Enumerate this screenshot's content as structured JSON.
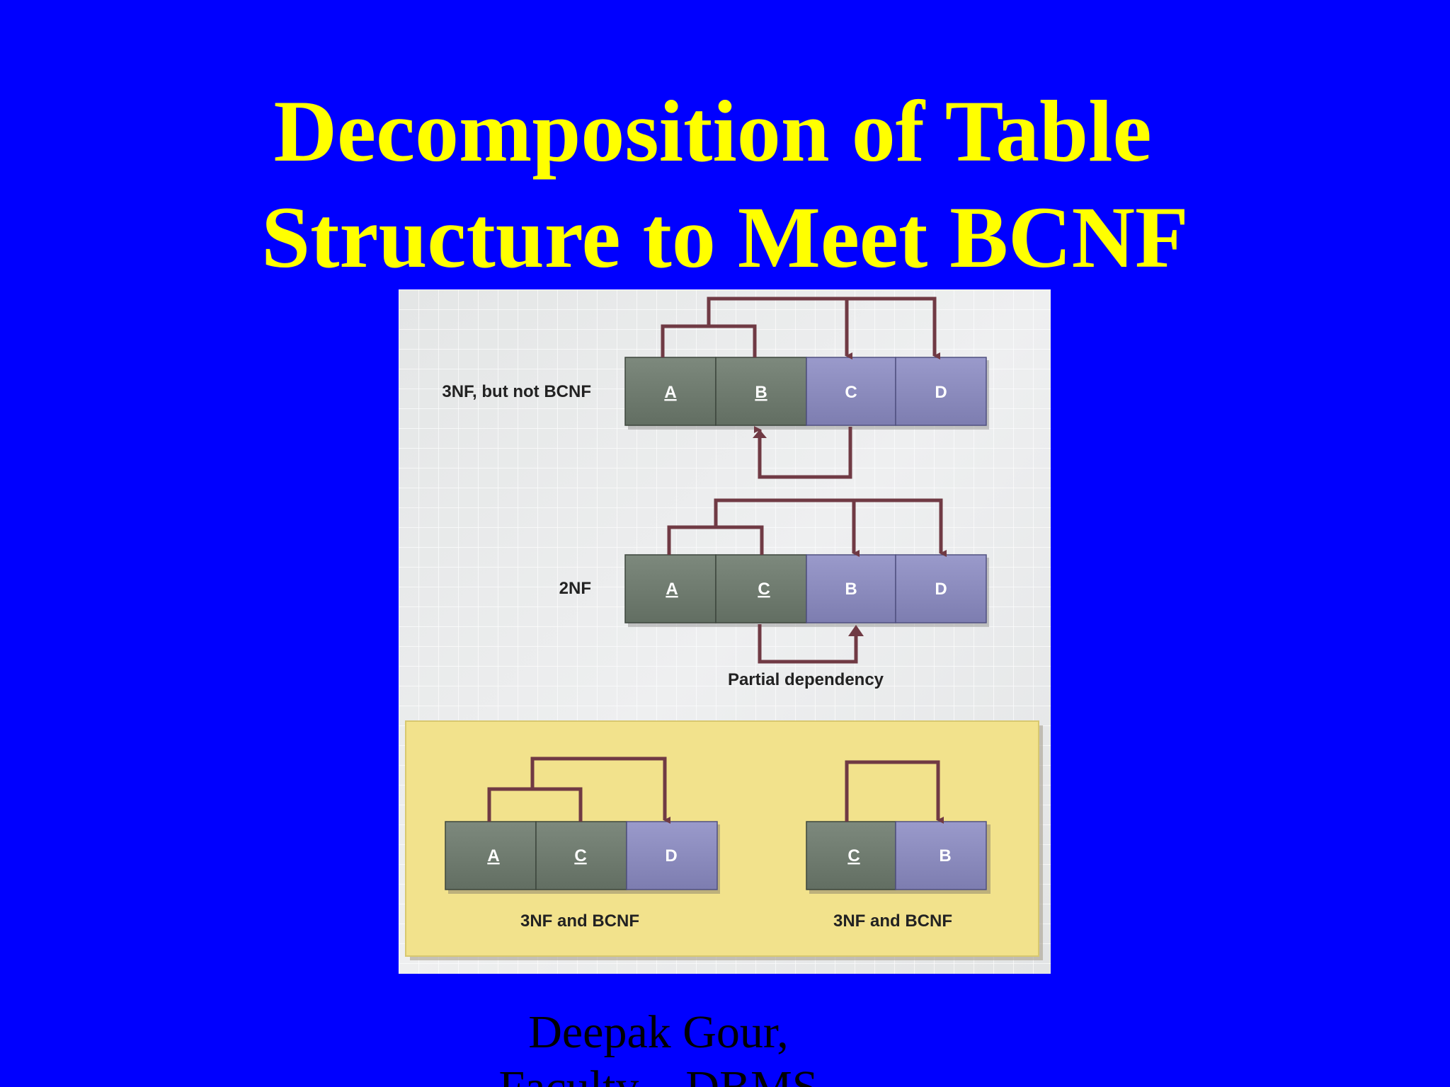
{
  "slide": {
    "title_line1": "Decomposition of Table",
    "title_line2": "Structure to Meet BCNF",
    "author_line1": "Deepak Gour,",
    "author_line2": "Faculty – DBMS"
  },
  "diagram": {
    "row1": {
      "label": "3NF, but not BCNF",
      "cells": [
        "A",
        "B",
        "C",
        "D"
      ]
    },
    "row2": {
      "label": "2NF",
      "cells": [
        "A",
        "C",
        "B",
        "D"
      ],
      "note": "Partial dependency"
    },
    "row3_left": {
      "cells": [
        "A",
        "C",
        "D"
      ],
      "caption": "3NF and BCNF"
    },
    "row3_right": {
      "cells": [
        "C",
        "B"
      ],
      "caption": "3NF and BCNF"
    }
  },
  "colors": {
    "background": "#0000ff",
    "title": "#ffff00",
    "key_cell": "#6e7a6e",
    "nonkey_cell": "#8888bb",
    "arrow": "#703a44",
    "panel": "#f2e28c"
  }
}
